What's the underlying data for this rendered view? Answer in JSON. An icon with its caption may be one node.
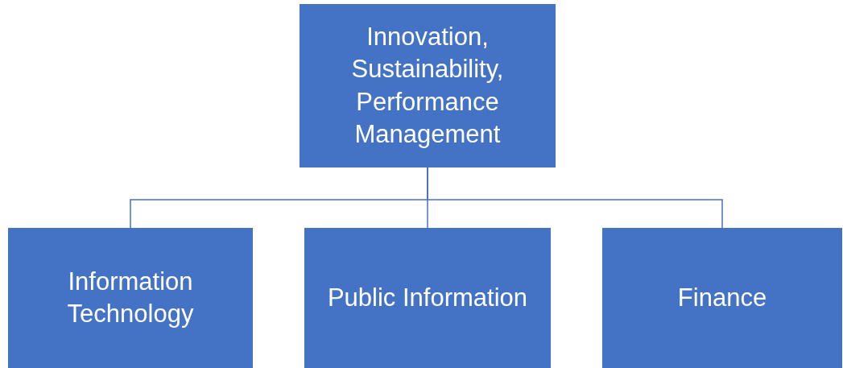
{
  "diagram": {
    "nodes": [
      {
        "text": [
          "Innovation, Sustainability, Performance Management"
        ]
      },
      {
        "text": [
          "Information Technology"
        ]
      },
      {
        "text": [
          "Public Information"
        ]
      },
      {
        "text": [
          "Finance"
        ]
      }
    ],
    "edges": [
      {
        "from": 0,
        "to": 1,
        "arrow": "none"
      },
      {
        "from": 0,
        "to": 2,
        "arrow": "none"
      },
      {
        "from": 0,
        "to": 3,
        "arrow": "none"
      }
    ]
  }
}
